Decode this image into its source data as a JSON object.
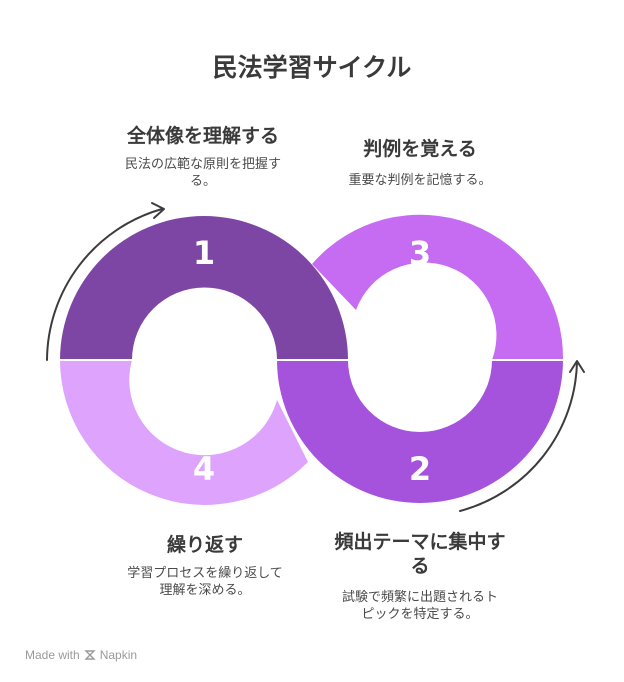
{
  "title": "民法学習サイクル",
  "stages": [
    {
      "number": "1",
      "title": "全体像を理解する",
      "description": "民法の広範な原則を把握す\nる。",
      "color": "#7e46a4"
    },
    {
      "number": "2",
      "title": "頻出テーマに集中す\nる",
      "description": "試験で頻繁に出題されるト\nピックを特定する。",
      "color": "#a552dd"
    },
    {
      "number": "3",
      "title": "判例を覚える",
      "description": "重要な判例を記憶する。",
      "color": "#c66cf3"
    },
    {
      "number": "4",
      "title": "繰り返す",
      "description": "学習プロセスを繰り返して\n理解を深める。",
      "color": "#dea3fc"
    }
  ],
  "credit": {
    "made_with": "Made with",
    "brand": "Napkin"
  }
}
